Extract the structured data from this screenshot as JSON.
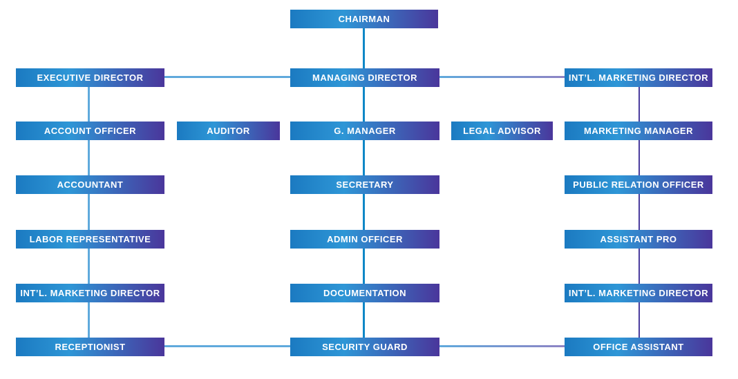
{
  "org_chart": {
    "type": "organizational-chart",
    "top": "CHAIRMAN",
    "branches": {
      "left": [
        "EXECUTIVE DIRECTOR",
        "ACCOUNT OFFICER",
        "ACCOUNTANT",
        "LABOR REPRESENTATIVE",
        "INT’L. MARKETING DIRECTOR",
        "RECEPTIONIST"
      ],
      "center": [
        "MANAGING DIRECTOR",
        "G. MANAGER",
        "SECRETARY",
        "ADMIN OFFICER",
        "DOCUMENTATION",
        "SECURITY GUARD"
      ],
      "right": [
        "INT’L. MARKETING DIRECTOR",
        "MARKETING MANAGER",
        "PUBLIC RELATION OFFICER",
        "ASSISTANT PRO",
        "INT’L. MARKETING DIRECTOR",
        "OFFICE ASSISTANT"
      ]
    },
    "staff": [
      "AUDITOR",
      "LEGAL ADVISOR"
    ]
  },
  "colors": {
    "box_gradient_left": "#1b7ac1",
    "box_gradient_mid": "#2e96d6",
    "box_gradient_right": "#4a369b",
    "connector_blue": "#0e87c6",
    "connector_light_blue": "#5fa9dc",
    "connector_purple": "#4a3b9d",
    "connector_light_purple": "#8e83c4",
    "label_text": "#ffffff",
    "background": "#ffffff"
  }
}
